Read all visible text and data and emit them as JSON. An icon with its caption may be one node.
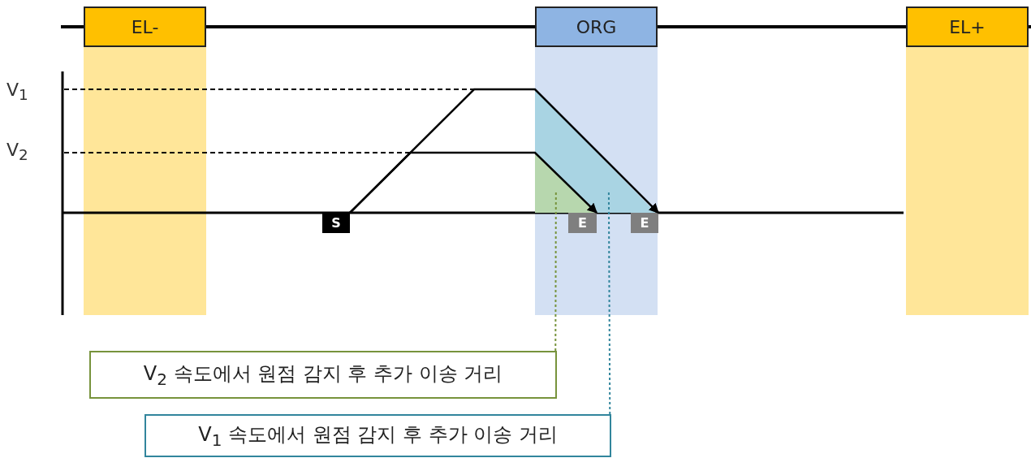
{
  "diagram": {
    "nodes": [
      {
        "text": [
          "EL-"
        ]
      },
      {
        "text": [
          "ORG"
        ]
      },
      {
        "text": [
          "EL+"
        ]
      },
      {
        "text": [
          "S"
        ]
      },
      {
        "text": [
          "E"
        ]
      },
      {
        "text": [
          "E"
        ]
      },
      {
        "text": [
          "V$_{2}$ 속도에서 원점 감지 후 추가 이송 거리"
        ]
      },
      {
        "text": [
          "V$_{1}$ 속도에서 원점 감지 후 추가 이송 거리"
        ]
      },
      {
        "text": [],
        "shape": "triangle",
        "in": 9
      },
      {
        "text": [],
        "shape": "triangle"
      }
    ],
    "edges": [
      {
        "from": 3,
        "to": 5,
        "arrow": "to"
      },
      {
        "from": 3,
        "to": 4,
        "arrow": "to"
      },
      {
        "from": 6,
        "to": 8,
        "arrow": "none",
        "style": "dashed",
        "color": "#77933c"
      },
      {
        "from": 7,
        "to": 9,
        "arrow": "none",
        "style": "dashed",
        "color": "#31859c"
      }
    ],
    "labels": [
      "V$_{1}$",
      "V$_{2}$"
    ]
  }
}
